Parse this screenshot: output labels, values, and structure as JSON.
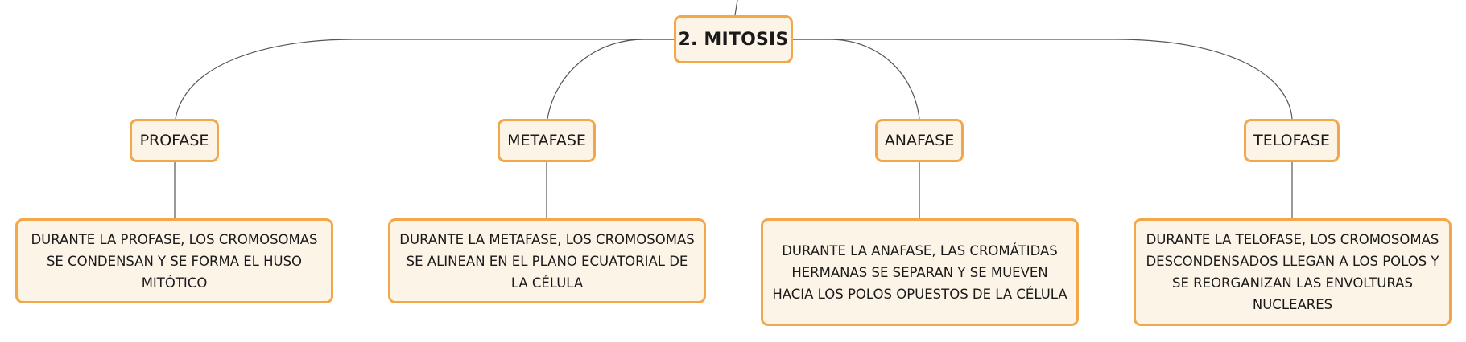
{
  "root": {
    "label": "2. MITOSIS"
  },
  "phases": [
    {
      "name": "PROFASE",
      "description": "DURANTE LA PROFASE, LOS CROMOSOMAS SE CONDENSAN Y SE FORMA EL HUSO MITÓTICO"
    },
    {
      "name": "METAFASE",
      "description": "DURANTE LA METAFASE, LOS CROMOSOMAS SE ALINEAN EN EL PLANO ECUATORIAL DE LA CÉLULA"
    },
    {
      "name": "ANAFASE",
      "description": "DURANTE LA ANAFASE, LAS CROMÁTIDAS HERMANAS SE SEPARAN Y SE MUEVEN HACIA LOS POLOS OPUESTOS DE LA CÉLULA"
    },
    {
      "name": "TELOFASE",
      "description": "DURANTE LA TELOFASE, LOS CROMOSOMAS DESCONDENSADOS LLEGAN A LOS POLOS Y SE REORGANIZAN LAS ENVOLTURAS NUCLEARES"
    }
  ],
  "colors": {
    "node_border": "#f2a84a",
    "node_fill": "#fdf4e8",
    "connector": "#555555"
  }
}
